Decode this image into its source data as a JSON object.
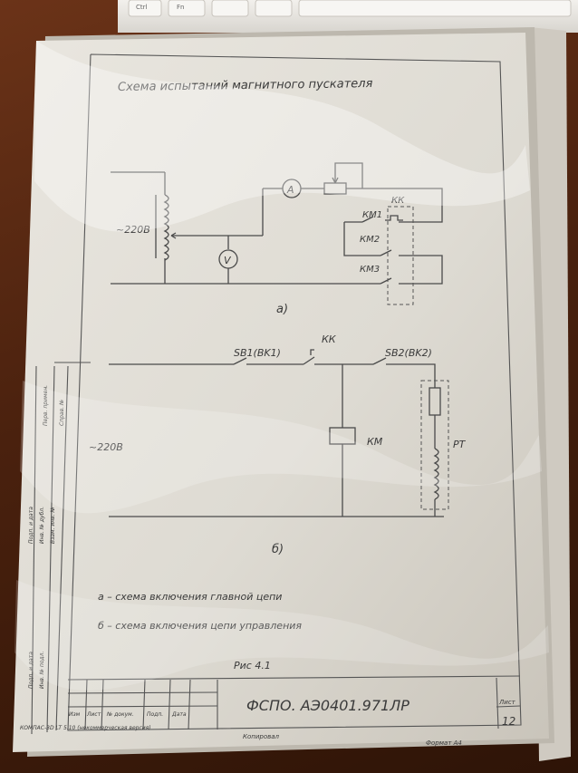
{
  "keyboard": {
    "keys": [
      "Ctrl",
      "Fn",
      "",
      ""
    ]
  },
  "drawing": {
    "title": "Схема испытаний магнитного пускателя",
    "diagram_a": {
      "supply_label": "~220В",
      "ammeter_symbol": "A",
      "voltmeter_symbol": "V",
      "contacts": [
        "КМ1",
        "КМ2",
        "КМ3"
      ],
      "relay_label": "КК",
      "caption": "а)"
    },
    "diagram_b": {
      "supply_label": "~220В",
      "sb1_label": "SB1(BK1)",
      "kk_label": "КК",
      "sb2_label": "SB2(BK2)",
      "coil_label": "КМ",
      "rt_label": "РТ",
      "caption": "б)"
    },
    "legend": [
      "а – схема включения главной цепи",
      "б – схема включения цепи управления"
    ],
    "figure_caption": "Рис 4.1",
    "stamp": {
      "code": "ФСПО. АЭ0401.971ЛР",
      "sheet_label": "Лист",
      "sheet_number": "12",
      "columns": [
        "Изм",
        "Лист",
        "№ докум.",
        "Подп.",
        "Дата"
      ],
      "software": "КОМПАС-3D LT 5.10 (некоммерческая версия)",
      "copied": "Копировал",
      "format": "Формат А4"
    },
    "side_columns": [
      "Перв. примен.",
      "Справ. №",
      "Подп. и дата",
      "Инв. № дубл.",
      "Взам. инв. №",
      "Подп. и дата",
      "Инв. № подл."
    ]
  }
}
